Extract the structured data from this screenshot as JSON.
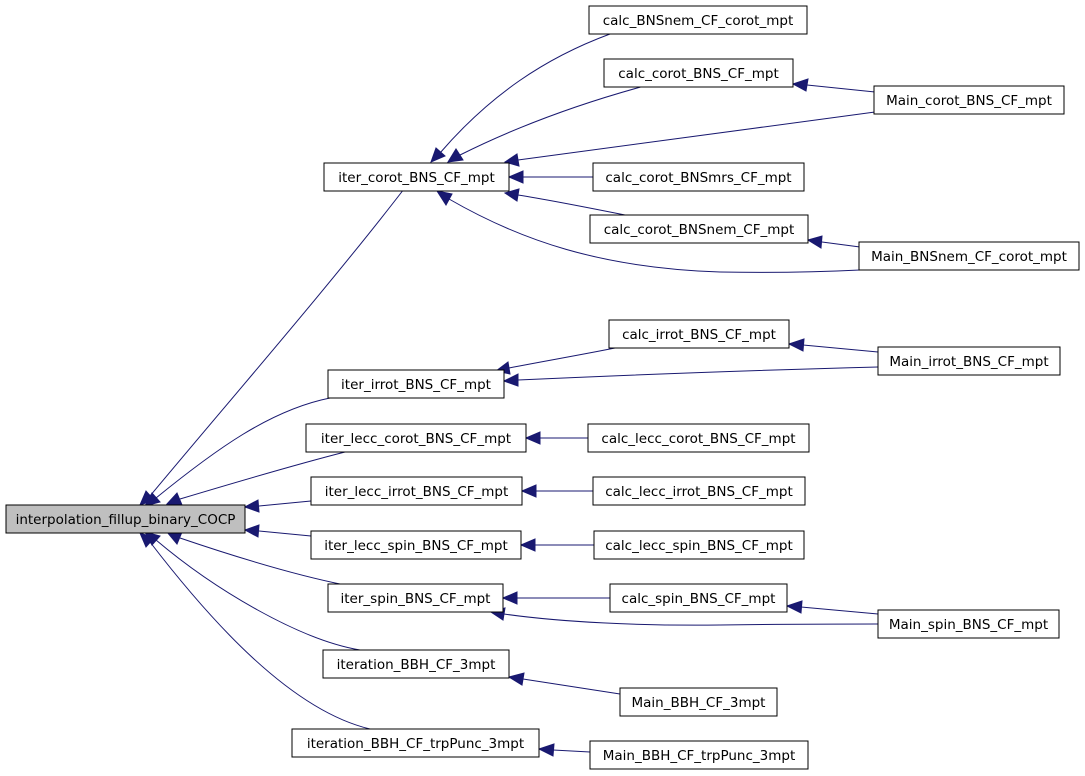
{
  "graph": {
    "nodes": {
      "root": "interpolation_fillup_binary_COCP",
      "iter_corot": "iter_corot_BNS_CF_mpt",
      "iter_irrot": "iter_irrot_BNS_CF_mpt",
      "iter_lecc_corot": "iter_lecc_corot_BNS_CF_mpt",
      "iter_lecc_irrot": "iter_lecc_irrot_BNS_CF_mpt",
      "iter_lecc_spin": "iter_lecc_spin_BNS_CF_mpt",
      "iter_spin": "iter_spin_BNS_CF_mpt",
      "iteration_bbh": "iteration_BBH_CF_3mpt",
      "iteration_bbh_trp": "iteration_BBH_CF_trpPunc_3mpt",
      "calc_bnsnem_corot": "calc_BNSnem_CF_corot_mpt",
      "calc_corot": "calc_corot_BNS_CF_mpt",
      "main_corot": "Main_corot_BNS_CF_mpt",
      "calc_corot_mrs": "calc_corot_BNSmrs_CF_mpt",
      "calc_corot_nem": "calc_corot_BNSnem_CF_mpt",
      "main_bnsnem_corot": "Main_BNSnem_CF_corot_mpt",
      "calc_irrot": "calc_irrot_BNS_CF_mpt",
      "main_irrot": "Main_irrot_BNS_CF_mpt",
      "calc_lecc_corot": "calc_lecc_corot_BNS_CF_mpt",
      "calc_lecc_irrot": "calc_lecc_irrot_BNS_CF_mpt",
      "calc_lecc_spin": "calc_lecc_spin_BNS_CF_mpt",
      "calc_spin": "calc_spin_BNS_CF_mpt",
      "main_spin": "Main_spin_BNS_CF_mpt",
      "main_bbh": "Main_BBH_CF_3mpt",
      "main_bbh_trp": "Main_BBH_CF_trpPunc_3mpt"
    },
    "edge_color": "#191970",
    "root_fill": "#bfbfbf"
  }
}
